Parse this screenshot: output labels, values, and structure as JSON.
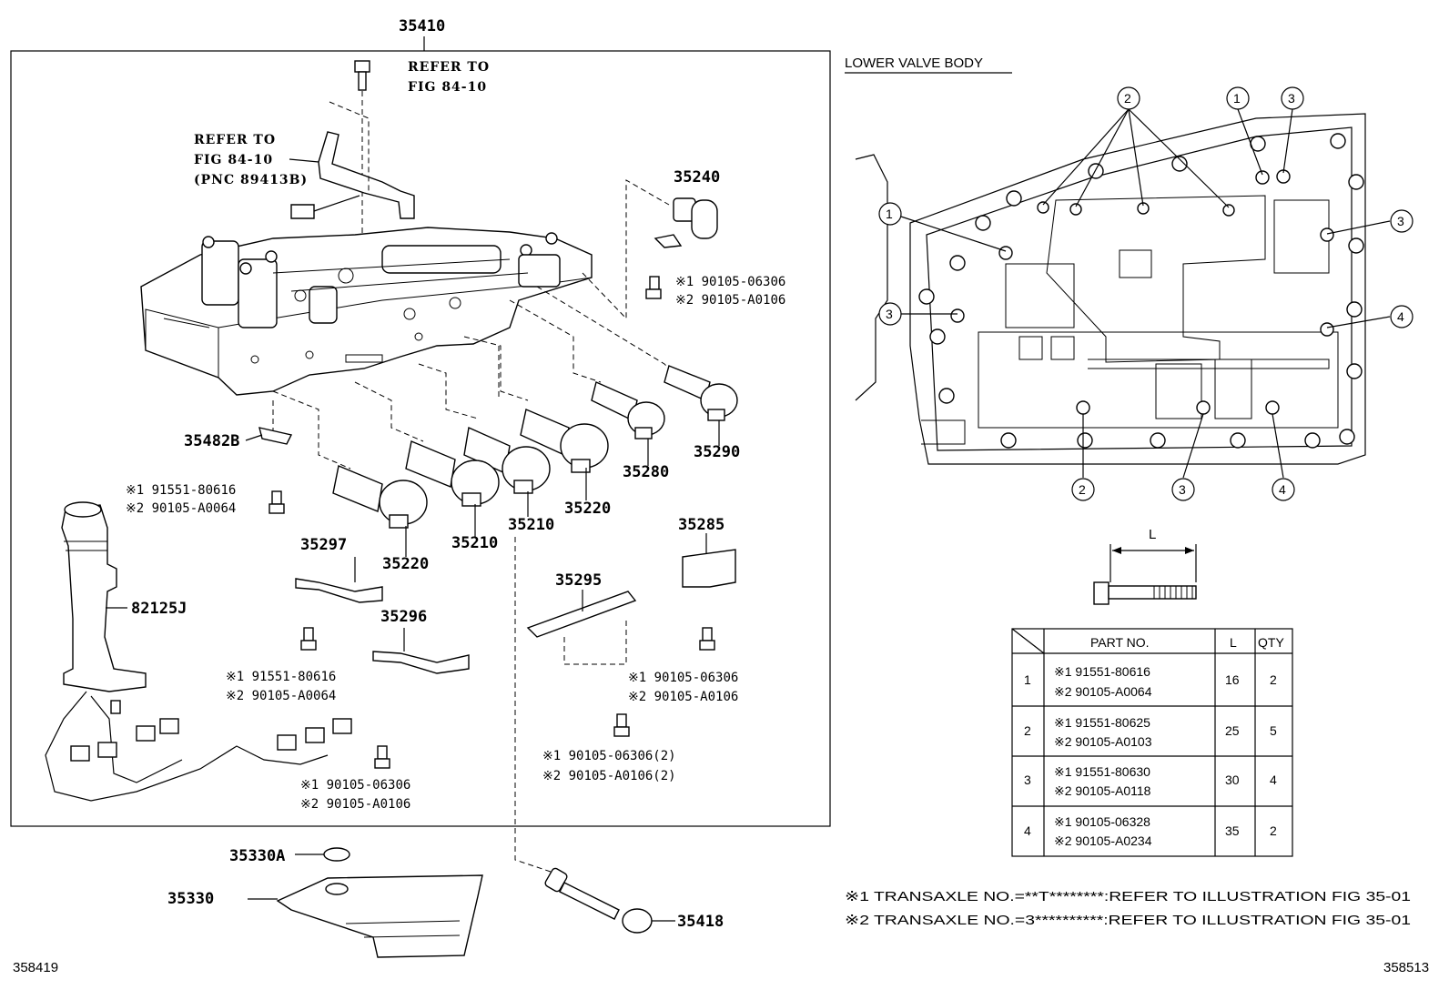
{
  "assembly": {
    "main_part": "35410",
    "refer_top": [
      "REFER TO",
      "FIG 84-10"
    ],
    "refer_wire": [
      "REFER TO",
      "FIG 84-10",
      "(PNC 89413B)"
    ]
  },
  "parts": {
    "p35240": "35240",
    "p35290": "35290",
    "p35280": "35280",
    "p35220a": "35220",
    "p35220b": "35220",
    "p35210a": "35210",
    "p35210b": "35210",
    "p35482B": "35482B",
    "p82125J": "82125J",
    "p35297": "35297",
    "p35296": "35296",
    "p35295": "35295",
    "p35285": "35285",
    "p35330A": "35330A",
    "p35330": "35330",
    "p35418": "35418"
  },
  "bolt_notes": {
    "n35240": [
      "※1 90105-06306",
      "※2 90105-A0106"
    ],
    "n35482": [
      "※1 91551-80616",
      "※2 90105-A0064"
    ],
    "n35297": [
      "※1 91551-80616",
      "※2 90105-A0064"
    ],
    "n35296": [
      "※1 90105-06306",
      "※2 90105-A0106"
    ],
    "n35285": [
      "※1 90105-06306",
      "※2 90105-A0106"
    ],
    "n35295": [
      "※1 90105-06306(2)",
      "※2 90105-A0106(2)"
    ]
  },
  "lower_valve_body": {
    "title": "LOWER VALVE BODY",
    "callouts": [
      "1",
      "2",
      "3",
      "4"
    ],
    "dimension_label": "L"
  },
  "table": {
    "headers": [
      "PART NO.",
      "L",
      "QTY"
    ],
    "rows": [
      {
        "idx": "1",
        "p1": "※1 91551-80616",
        "p2": "※2 90105-A0064",
        "l": "16",
        "qty": "2"
      },
      {
        "idx": "2",
        "p1": "※1 91551-80625",
        "p2": "※2 90105-A0103",
        "l": "25",
        "qty": "5"
      },
      {
        "idx": "3",
        "p1": "※1 91551-80630",
        "p2": "※2 90105-A0118",
        "l": "30",
        "qty": "4"
      },
      {
        "idx": "4",
        "p1": "※1 90105-06328",
        "p2": "※2 90105-A0234",
        "l": "35",
        "qty": "2"
      }
    ]
  },
  "footnotes": {
    "f1": "※1 TRANSAXLE NO.=**T********:REFER TO ILLUSTRATION FIG 35-01",
    "f2": "※2 TRANSAXLE NO.=3**********:REFER TO ILLUSTRATION FIG 35-01"
  },
  "figure_ids": {
    "left": "358419",
    "right": "358513"
  }
}
